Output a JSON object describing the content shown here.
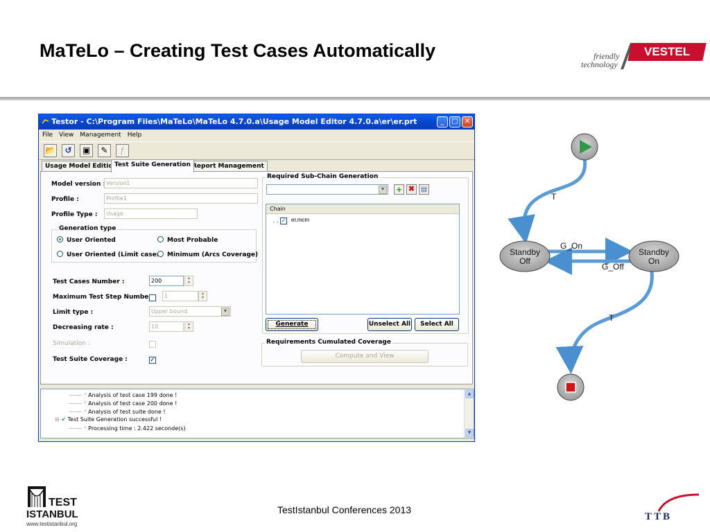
{
  "slide": {
    "title": "MaTeLo – Creating Test Cases Automatically",
    "brand_tagline_1": "friendly",
    "brand_tagline_2": "technology",
    "brand_name": "VESTEL",
    "footer": "TestIstanbul Conferences 2013",
    "logo_left_1": "TEST",
    "logo_left_2": "ISTANBUL",
    "logo_left_url": "www.testistanbul.org",
    "logo_right": "TTB"
  },
  "window": {
    "title": "Testor - C:\\Program Files\\MaTeLo\\MaTeLo 4.7.0.a\\Usage Model Editor 4.7.0.a\\er\\er.prt",
    "menu": [
      "File",
      "View",
      "Management",
      "Help"
    ],
    "tabs": [
      "Usage Model Edition",
      "Test Suite Generation",
      "Report Management"
    ],
    "active_tab": "Test Suite Generation"
  },
  "form": {
    "model_version_label": "Model version :",
    "model_version_value": "Version1",
    "profile_label": "Profile :",
    "profile_value": "Profile1",
    "profile_type_label": "Profile Type :",
    "profile_type_value": "Usage",
    "generation_type_title": "Generation type",
    "radio_user_oriented": "User Oriented",
    "radio_most_probable": "Most Probable",
    "radio_user_oriented_limit": "User Oriented (Limit cases)",
    "radio_minimum_arcs": "Minimum (Arcs Coverage)",
    "selected_generation_type": "User Oriented",
    "test_cases_number_label": "Test Cases Number :",
    "test_cases_number_value": "200",
    "max_test_step_label": "Maximum Test Step Number :",
    "max_test_step_value": "1",
    "limit_type_label": "Limit type :",
    "limit_type_value": "Upper bound",
    "decreasing_rate_label": "Decreasing rate :",
    "decreasing_rate_value": "10",
    "simulation_label": "Simulation :",
    "coverage_label": "Test Suite Coverage :",
    "coverage_checked": "✓"
  },
  "subchain": {
    "title": "Required Sub-Chain Generation",
    "chain_header": "Chain",
    "chain_item": "er.mcm",
    "generate_button": "Generate",
    "unselect_button": "Unselect All",
    "select_button": "Select All",
    "coverage_title": "Requirements Cumulated Coverage",
    "compute_button": "Compute and View"
  },
  "log": {
    "lines": [
      "Analysis of test case 199 done !",
      "Analysis of test case 200 done !",
      "Analysis of test suite done !",
      "Test Suite Generation successful !",
      "Processing time : 2.422 seconde(s)"
    ]
  },
  "diagram": {
    "state_off_1": "Standby",
    "state_off_2": "Off",
    "state_on_1": "Standby",
    "state_on_2": "On",
    "edge_go_on": "G_On",
    "edge_go_off": "G_Off",
    "edge_t1": "T",
    "edge_t2": "T",
    "colors": {
      "start": "#2e9a47",
      "stop": "#d0161b",
      "edge": "#5b9bd5",
      "node": "#a6a6a6"
    }
  }
}
